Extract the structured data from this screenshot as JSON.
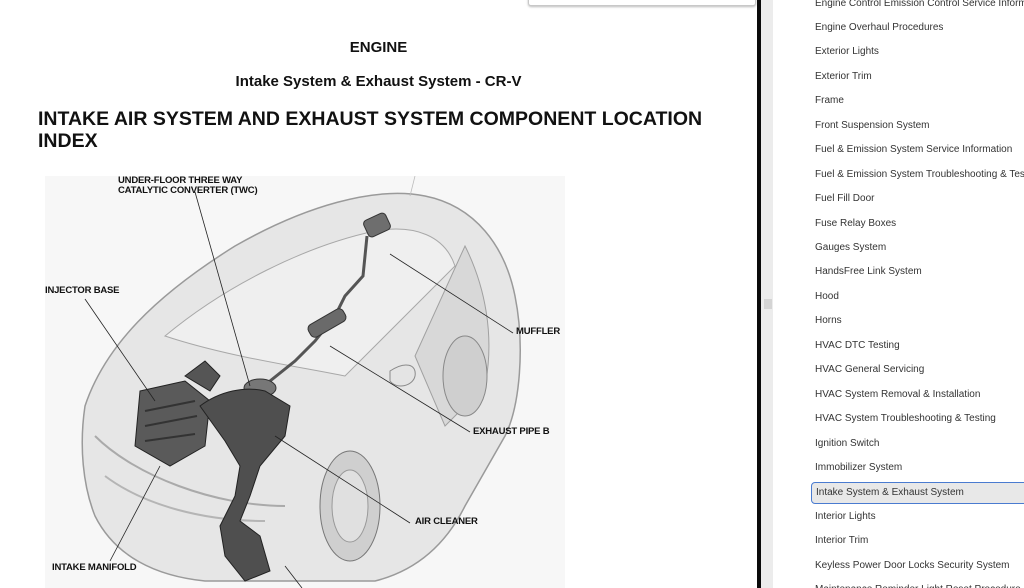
{
  "document": {
    "section": "ENGINE",
    "subtitle": "Intake System & Exhaust System - CR-V",
    "heading": "INTAKE AIR SYSTEM AND EXHAUST SYSTEM COMPONENT LOCATION INDEX",
    "figure": {
      "labels": {
        "twc_line1": "UNDER-FLOOR THREE WAY",
        "twc_line2": "CATALYTIC CONVERTER (TWC)",
        "injector_base": "INJECTOR BASE",
        "muffler": "MUFFLER",
        "exhaust_pipe_b": "EXHAUST PIPE B",
        "air_cleaner": "AIR CLEANER",
        "intake_manifold": "INTAKE MANIFOLD"
      }
    }
  },
  "nav": {
    "items": [
      {
        "label": "Engine Control Emission Control Service Inform"
      },
      {
        "label": "Engine Overhaul Procedures"
      },
      {
        "label": "Exterior Lights"
      },
      {
        "label": "Exterior Trim"
      },
      {
        "label": "Frame"
      },
      {
        "label": "Front Suspension System"
      },
      {
        "label": "Fuel & Emission System Service Information"
      },
      {
        "label": "Fuel & Emission System Troubleshooting & Tes"
      },
      {
        "label": "Fuel Fill Door"
      },
      {
        "label": "Fuse Relay Boxes"
      },
      {
        "label": "Gauges System"
      },
      {
        "label": "HandsFree Link System"
      },
      {
        "label": "Hood"
      },
      {
        "label": "Horns"
      },
      {
        "label": "HVAC DTC Testing"
      },
      {
        "label": "HVAC General Servicing"
      },
      {
        "label": "HVAC System Removal & Installation"
      },
      {
        "label": "HVAC System Troubleshooting & Testing"
      },
      {
        "label": "Ignition Switch"
      },
      {
        "label": "Immobilizer System"
      },
      {
        "label": "Intake System & Exhaust System",
        "active": true
      },
      {
        "label": "Interior Lights"
      },
      {
        "label": "Interior Trim"
      },
      {
        "label": "Keyless Power Door Locks Security System"
      },
      {
        "label": "Maintenance Reminder Light Reset Procedure"
      }
    ]
  }
}
